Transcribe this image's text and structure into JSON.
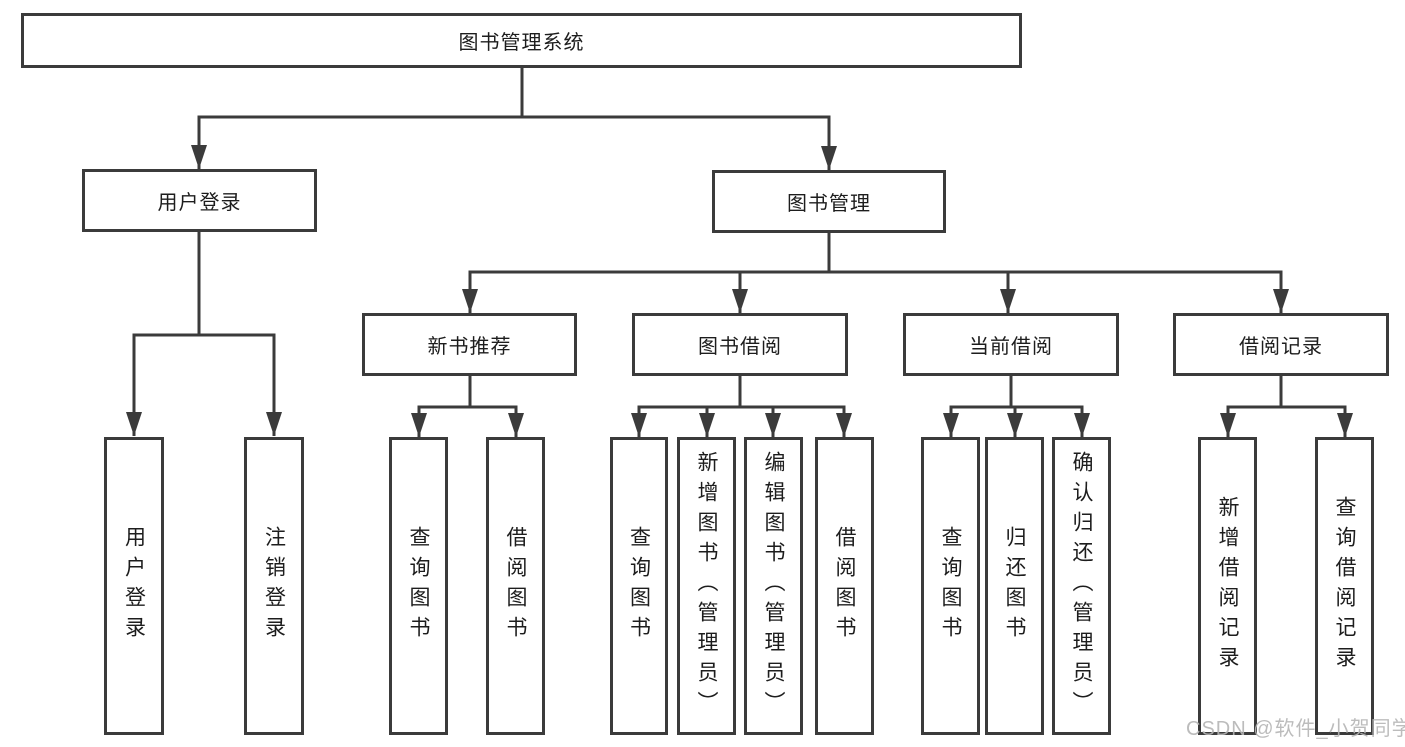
{
  "diagram": {
    "title": "图书管理系统",
    "level2": [
      {
        "label": "用户登录"
      },
      {
        "label": "图书管理"
      }
    ],
    "level3": [
      {
        "label": "新书推荐"
      },
      {
        "label": "图书借阅"
      },
      {
        "label": "当前借阅"
      },
      {
        "label": "借阅记录"
      }
    ],
    "leaves": [
      {
        "label": "用户登录"
      },
      {
        "label": "注销登录"
      },
      {
        "label": "查询图书"
      },
      {
        "label": "借阅图书"
      },
      {
        "label": "查询图书"
      },
      {
        "label": "新增图书（管理员）"
      },
      {
        "label": "编辑图书（管理员）"
      },
      {
        "label": "借阅图书"
      },
      {
        "label": "查询图书"
      },
      {
        "label": "归还图书"
      },
      {
        "label": "确认归还（管理员）"
      },
      {
        "label": "新增借阅记录"
      },
      {
        "label": "查询借阅记录"
      }
    ],
    "watermark": "CSDN @软件_小贺同学",
    "colors": {
      "line": "#3b3b3b",
      "border": "#3b3b3b",
      "text": "#1d1d1d",
      "watermark": "#b5b5b5",
      "background": "#ffffff"
    }
  }
}
